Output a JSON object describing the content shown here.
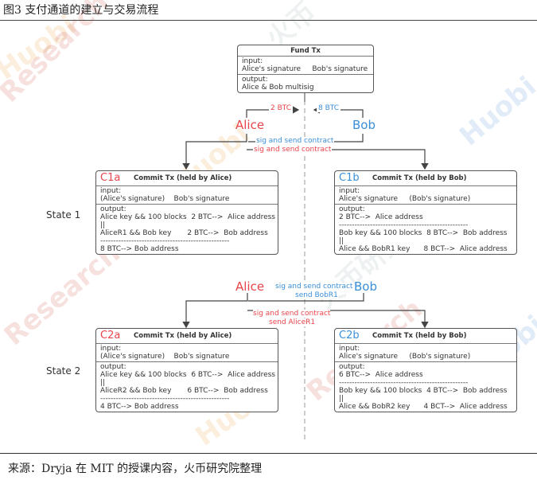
{
  "caption": "图3 支付通道的建立与交易流程",
  "source": "来源：Dryja 在 MIT 的授课内容，火币研究院整理",
  "fund_tx": {
    "title": "Fund Tx",
    "input_label": "input:",
    "input_alice": "Alice's signature",
    "input_bob": "Bob's signature",
    "output_label": "output:",
    "output_value": "Alice & Bob multisig"
  },
  "flow_top": {
    "alice": "Alice",
    "bob": "Bob",
    "alice_amount": "2 BTC",
    "bob_amount": "8 BTC",
    "sig_blue": "sig and send contract",
    "sig_red": "sig and send contract"
  },
  "flow_mid": {
    "alice": "Alice",
    "bob": "Bob",
    "blue_line1": "sig and send contract",
    "blue_line2": "send BobR1",
    "red_line1": "sig and send contract",
    "red_line2": "send AliceR1"
  },
  "states": [
    "State 1",
    "State 2"
  ],
  "c1a": {
    "tag": "C1a",
    "title": "Commit Tx (held by Alice)",
    "input_label": "input:",
    "in_a": "(Alice's signature)",
    "in_b": "Bob's signature",
    "output_label": "output:",
    "out1": "Alice key && 100 blocks  2 BTC-->  Alice address",
    "or": "||",
    "out2": "AliceR1 && Bob key       2 BTC-->  Bob address",
    "dash": "--------------------------------------------------",
    "out3": "8 BTC-->  Bob address"
  },
  "c1b": {
    "tag": "C1b",
    "title": "Commit Tx (held by Bob)",
    "input_label": "input:",
    "in_a": "Alice's signature",
    "in_b": "(Bob's signature)",
    "output_label": "output:",
    "out1": "2 BTC-->  Alice address",
    "dash": "--------------------------------------------------",
    "out2": "Bob key && 100 blocks  8 BTC-->  Bob address",
    "or": "||",
    "out3": "Alice && BobR1 key      8 BCT-->  Alice address"
  },
  "c2a": {
    "tag": "C2a",
    "title": "Commit Tx (held by Alice)",
    "input_label": "input:",
    "in_a": "(Alice's signature)",
    "in_b": "Bob's signature",
    "output_label": "output:",
    "out1": "Alice key && 100 blocks  6 BTC-->  Alice address",
    "or": "||",
    "out2": "AliceR2 && Bob key       6 BTC-->  Bob address",
    "dash": "--------------------------------------------------",
    "out3": "4 BTC-->  Bob address"
  },
  "c2b": {
    "tag": "C2b",
    "title": "Commit Tx (held by Bob)",
    "input_label": "input:",
    "in_a": "Alice's signature",
    "in_b": "(Bob's signature)",
    "output_label": "output:",
    "out1": "6 BTC-->  Alice address",
    "dash": "--------------------------------------------------",
    "out2": "Bob key && 100 blocks  4 BTC-->  Bob address",
    "or": "||",
    "out3": "Alice && BobR2 key      4 BCT-->  Alice address"
  },
  "watermarks": [
    "火币",
    "Research",
    "Huobi",
    "火币研究院"
  ],
  "colors": {
    "alice": "#e8444b",
    "bob": "#3a8fd9"
  }
}
